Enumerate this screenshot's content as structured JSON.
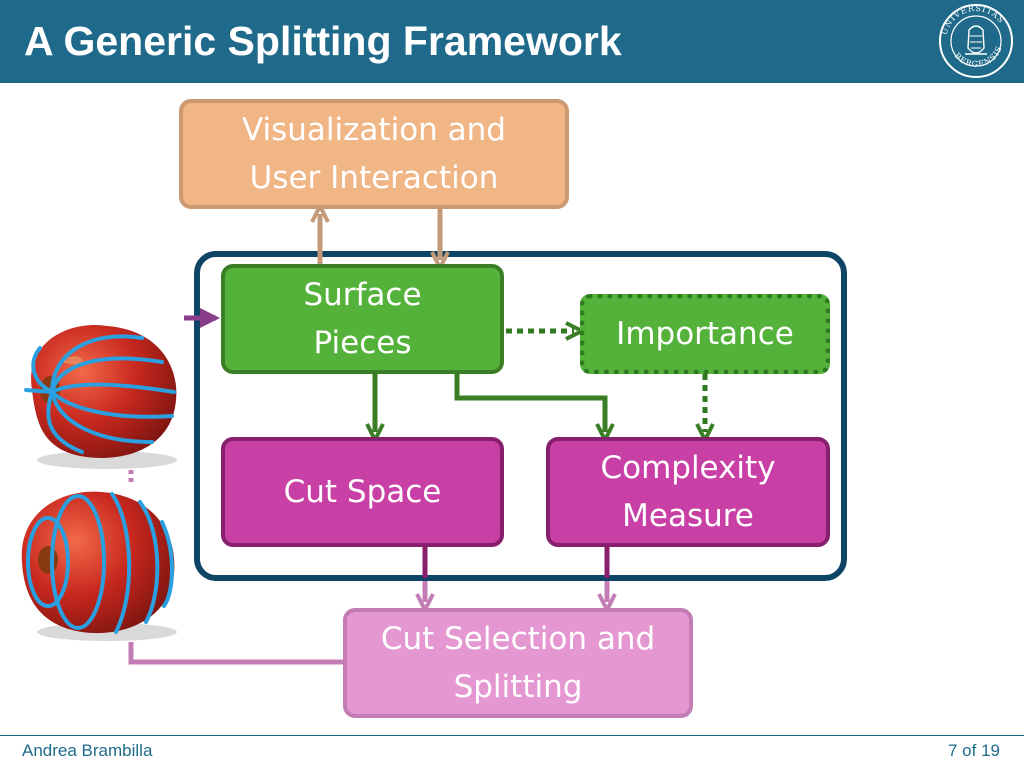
{
  "slide": {
    "title": "A Generic Splitting Framework"
  },
  "diagram": {
    "boxes": {
      "visualization": "Visualization and\nUser Interaction",
      "surface_pieces": "Surface\nPieces",
      "importance": "Importance",
      "cut_space": "Cut Space",
      "complexity": "Complexity\nMeasure",
      "cut_selection": "Cut Selection and\nSplitting"
    },
    "colors": {
      "visualization": "#f0b686",
      "surface_pieces": "#54b23a",
      "cut_space": "#c83fa6",
      "cut_selection": "#e597d2",
      "frame": "#0e4466"
    }
  },
  "images": {
    "apples": [
      "apple-cut-surfaces-icon",
      "apple-cut-rings-icon"
    ]
  },
  "logo": {
    "text": "UNIVERSITAS BERGENSIS"
  },
  "footer": {
    "author": "Andrea Brambilla",
    "page": "7 of 19"
  }
}
